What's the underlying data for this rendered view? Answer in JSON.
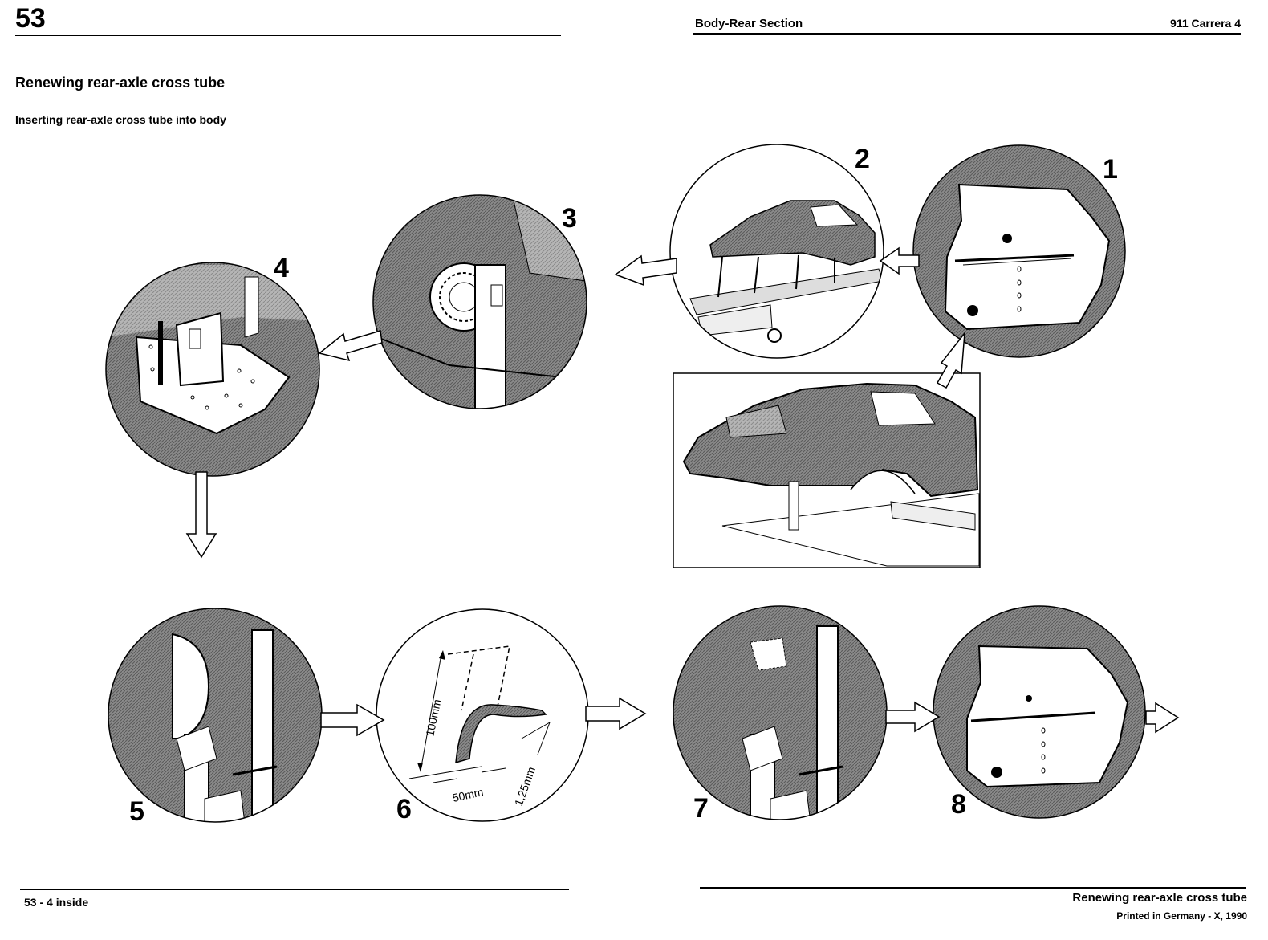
{
  "header": {
    "chapter": "53",
    "section": "Body-Rear Section",
    "model": "911 Carrera 4"
  },
  "content": {
    "title": "Renewing rear-axle cross tube",
    "subtitle": "Inserting rear-axle cross tube into body"
  },
  "figures": {
    "labels": [
      "1",
      "2",
      "3",
      "4",
      "5",
      "6",
      "7",
      "8"
    ],
    "dimensions": {
      "height": "100mm",
      "width": "50mm",
      "thickness": "1,25mm"
    }
  },
  "footer": {
    "page": "53 - 4 inside",
    "topic": "Renewing rear-axle cross tube",
    "printed": "Printed in Germany - X, 1990"
  }
}
